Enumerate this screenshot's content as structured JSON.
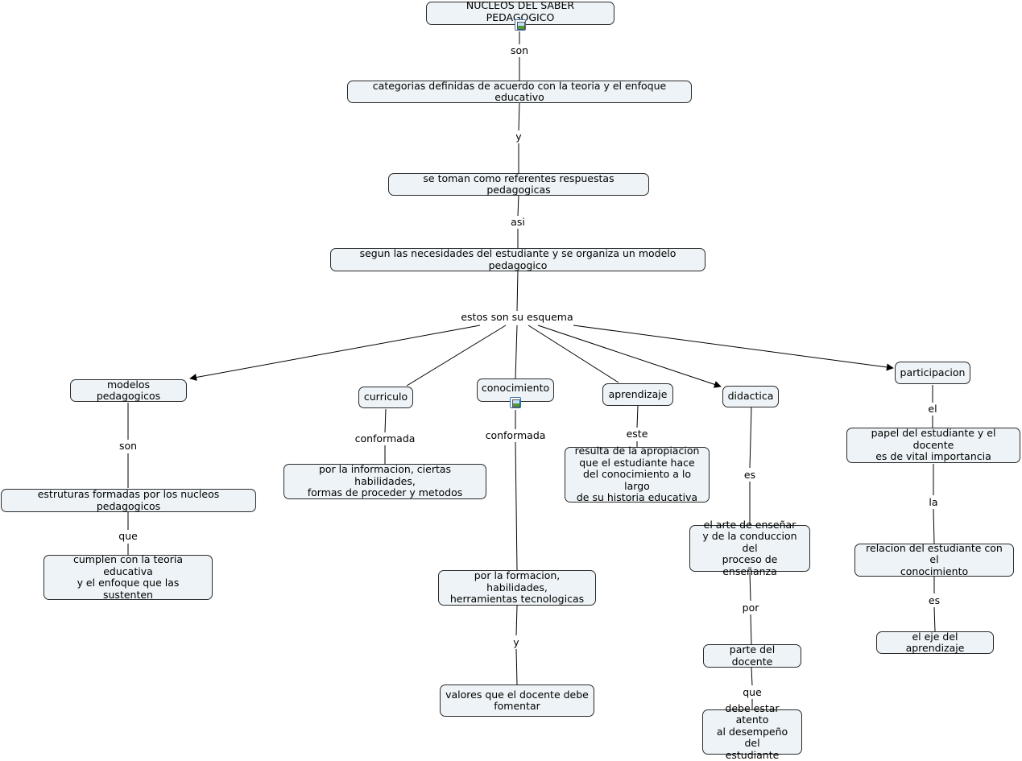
{
  "map_title": "NUCLEOS DEL SABER PEDAGOGICO",
  "concepts": {
    "root": "NUCLEOS DEL SABER PEDAGOGICO",
    "categorias": "categorias definidas de acuerdo con la teoria y el enfoque educativo",
    "referentes": "se toman como referentes respuestas pedagogicas",
    "necesidades": "segun las necesidades del estudiante y se organiza un modelo pedagogico",
    "modelos": "modelos pedagogicos",
    "estruturas": "estruturas formadas por los nucleos pedagogicos",
    "cumplen": "cumplen con la teoria educativa\ny el enfoque que las\nsustenten",
    "curriculo": "curriculo",
    "informacion": "por la informacion, ciertas habilidades,\nformas de proceder y metodos",
    "conocimiento": "conocimiento",
    "formacion": "por la formacion, habilidades,\nherramientas tecnologicas",
    "valores": "valores que el docente debe\nfomentar",
    "aprendizaje": "aprendizaje",
    "apropiacion": "resulta de la apropiacion\nque el estudiante hace\ndel conocimiento a lo largo\nde su historia educativa",
    "didactica": "didactica",
    "arte": "el arte de enseñar\ny de la conduccion del\nproceso de enseñanza",
    "parte": "parte del docente",
    "atento": "debe estar atento\nal desempeño del\nestudiante",
    "participacion": "participacion",
    "papel": "papel del estudiante y el docente\nes de vital importancia",
    "relacion": "relacion del estudiante con el\nconocimiento",
    "eje": "el eje del aprendizaje"
  },
  "linking_phrases": {
    "son_1": "son",
    "y_1": "y",
    "asi": "asi",
    "estos": "estos son su esquema",
    "son_2": "son",
    "que_1": "que",
    "conformada_1": "conformada",
    "conformada_2": "conformada",
    "y_2": "y",
    "este": "este",
    "es_1": "es",
    "por": "por",
    "que_2": "que",
    "el": "el",
    "la": "la",
    "es_2": "es"
  },
  "icons": [
    "image-resource-icon",
    "image-resource-icon"
  ],
  "colors": {
    "node_fill": "#edf3f6",
    "node_border": "#2a2a2a",
    "line": "#000000"
  }
}
